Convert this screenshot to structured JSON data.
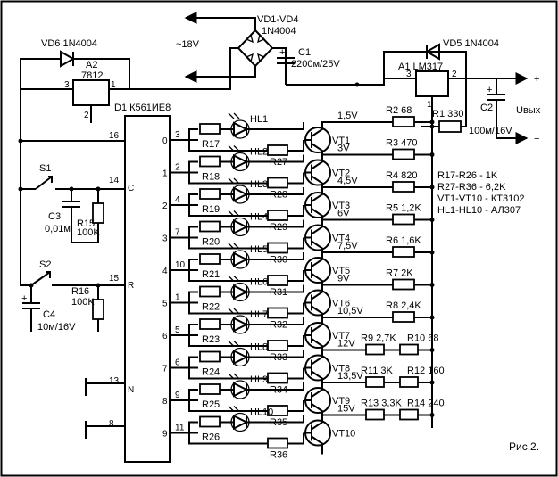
{
  "bridge": {
    "label": "VD1-VD4",
    "type": "1N4004",
    "ac": "~18V"
  },
  "c1": {
    "label": "C1",
    "value": "2200м/25V"
  },
  "vd6": {
    "label": "VD6 1N4004"
  },
  "vd5": {
    "label": "VD5 1N4004"
  },
  "a2": {
    "label": "A2",
    "type": "7812",
    "pin1": "1",
    "pin2": "2",
    "pin3": "3"
  },
  "a1": {
    "label": "A1 LM317",
    "pin1": "1",
    "pin2": "2",
    "pin3": "3"
  },
  "r1": {
    "label": "R1 330"
  },
  "r2": {
    "label": "R2 68"
  },
  "c2": {
    "label": "C2",
    "value": "100м/16V"
  },
  "output": {
    "plus": "+",
    "minus": "−",
    "label": "Uвых"
  },
  "ic": {
    "label": "D1 К561ИЕ8",
    "pin16": "16",
    "pin14": "14",
    "pin15": "15",
    "pin13": "13",
    "pin8": "8",
    "C": "C",
    "R": "R",
    "N": "N"
  },
  "s1": {
    "label": "S1"
  },
  "s2": {
    "label": "S2"
  },
  "c3": {
    "label": "C3",
    "value": "0,01м"
  },
  "r15": {
    "label": "R15",
    "value": "100K"
  },
  "r16": {
    "label": "R16",
    "value": "100K"
  },
  "c4": {
    "label": "C4",
    "value": "10м/16V"
  },
  "channels": [
    {
      "out": "0",
      "pin": "3",
      "hl": "HL1",
      "rl": "R17",
      "rb": "R27",
      "vt": "VT1",
      "volt": "1,5V",
      "r1": "R2 68",
      "r2": ""
    },
    {
      "out": "1",
      "pin": "2",
      "hl": "HL2",
      "rl": "R18",
      "rb": "R28",
      "vt": "VT2",
      "volt": "3V",
      "r1": "R3 470",
      "r2": ""
    },
    {
      "out": "2",
      "pin": "4",
      "hl": "HL3",
      "rl": "R19",
      "rb": "R29",
      "vt": "VT3",
      "volt": "4,5V",
      "r1": "R4 820",
      "r2": ""
    },
    {
      "out": "3",
      "pin": "7",
      "hl": "HL4",
      "rl": "R20",
      "rb": "R30",
      "vt": "VT4",
      "volt": "6V",
      "r1": "R5 1,2K",
      "r2": ""
    },
    {
      "out": "4",
      "pin": "10",
      "hl": "HL5",
      "rl": "R21",
      "rb": "R31",
      "vt": "VT5",
      "volt": "7,5V",
      "r1": "R6 1,6K",
      "r2": ""
    },
    {
      "out": "5",
      "pin": "1",
      "hl": "HL6",
      "rl": "R22",
      "rb": "R32",
      "vt": "VT6",
      "volt": "9V",
      "r1": "R7 2K",
      "r2": ""
    },
    {
      "out": "6",
      "pin": "5",
      "hl": "HL7",
      "rl": "R23",
      "rb": "R33",
      "vt": "VT7",
      "volt": "10,5V",
      "r1": "R8 2,4K",
      "r2": ""
    },
    {
      "out": "7",
      "pin": "6",
      "hl": "HL8",
      "rl": "R24",
      "rb": "R34",
      "vt": "VT8",
      "volt": "12V",
      "r1": "R9 2,7K",
      "r2": "R10 68"
    },
    {
      "out": "8",
      "pin": "9",
      "hl": "HL9",
      "rl": "R25",
      "rb": "R35",
      "vt": "VT9",
      "volt": "13,5V",
      "r1": "R11 3K",
      "r2": "R12 160"
    },
    {
      "out": "9",
      "pin": "11",
      "hl": "HL10",
      "rl": "R26",
      "rb": "R36",
      "vt": "VT10",
      "volt": "15V",
      "r1": "R13 3,3K",
      "r2": "R14 240"
    }
  ],
  "notes": [
    "R17-R26 - 1K",
    "R27-R36 - 6,2K",
    "VT1-VT10 - КТ3102",
    "HL1-HL10 - АЛ307"
  ],
  "fig_label": "Рис.2."
}
